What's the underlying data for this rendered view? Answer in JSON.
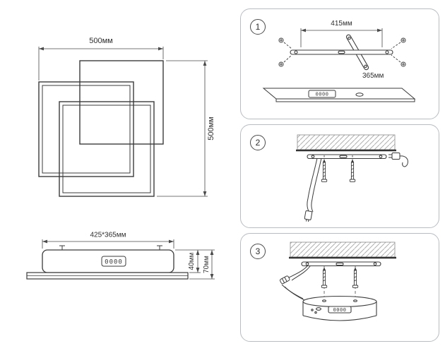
{
  "front_view": {
    "width_label": "500мм",
    "height_label": "500мм"
  },
  "side_view": {
    "width_label": "425*365мм",
    "body_height_label": "40мм",
    "total_height_label": "70мм",
    "display": "0000"
  },
  "steps": {
    "step1": {
      "number": "1",
      "dim_width": "415мм",
      "dim_depth": "365мм",
      "display": "0000"
    },
    "step2": {
      "number": "2"
    },
    "step3": {
      "number": "3",
      "display": "0000"
    }
  },
  "colors": {
    "line": "#3b3b3b",
    "dimension": "#4a4a4a",
    "panel_border": "#b9bdc1",
    "ceiling_hatch": "#b0b0b0"
  }
}
